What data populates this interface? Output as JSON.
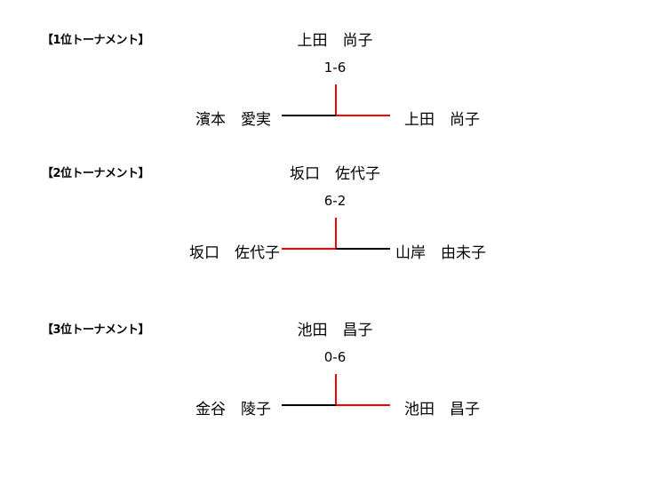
{
  "tournaments": [
    {
      "label": "【1位トーナメント】",
      "champion": "上田　尚子",
      "score": "1-6",
      "left_player": "濱本　愛実",
      "right_player": "上田　尚子",
      "winner": "right"
    },
    {
      "label": "【2位トーナメント】",
      "champion": "坂口　佐代子",
      "score": "6-2",
      "left_player": "坂口　佐代子",
      "right_player": "山岸　由未子",
      "winner": "left"
    },
    {
      "label": "【3位トーナメント】",
      "champion": "池田　昌子",
      "score": "0-6",
      "left_player": "金谷　陵子",
      "right_player": "池田　昌子",
      "winner": "right"
    }
  ],
  "colors": {
    "winner_line": "#ff0000",
    "loser_line": "#000000"
  }
}
